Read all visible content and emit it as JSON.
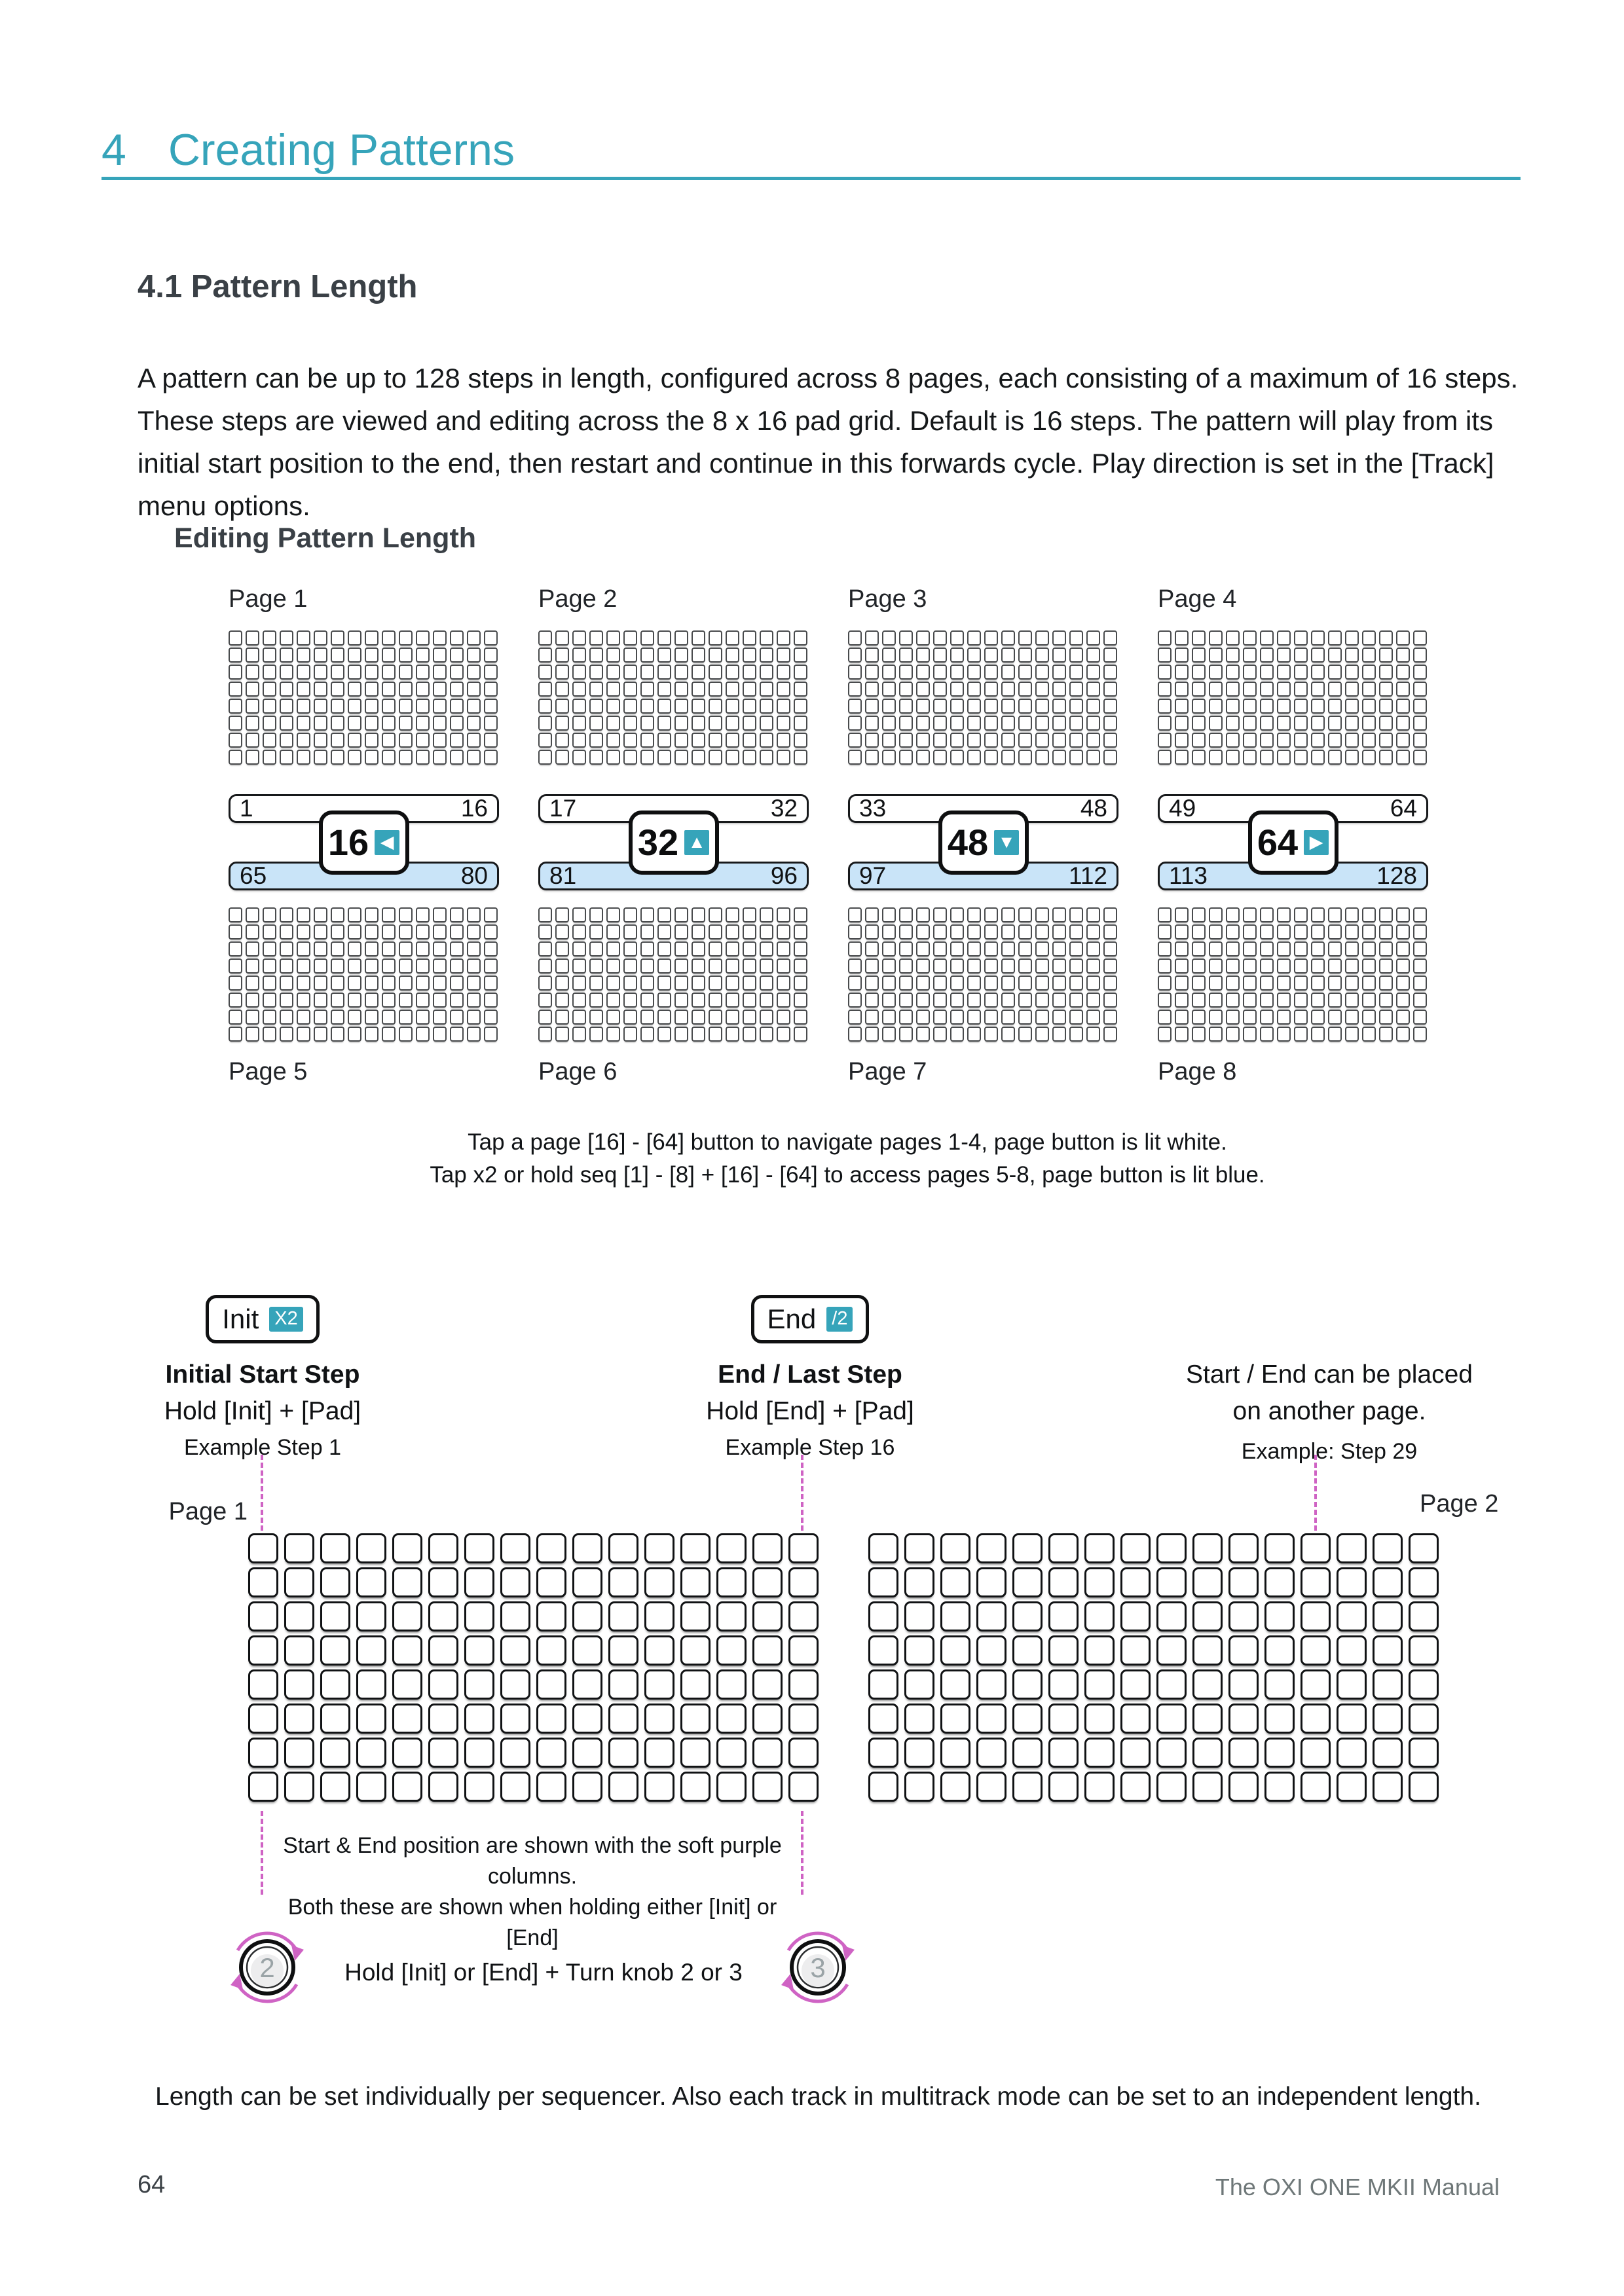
{
  "page": {
    "chapter_number": "4",
    "chapter_title": "Creating Patterns",
    "section_title": "4.1 Pattern Length",
    "intro": "A pattern can be up to 128 steps in length, configured across 8 pages, each consisting of a maximum of 16 steps. These steps are viewed and editing across the 8 x 16 pad grid. Default is 16 steps. The pattern will play from its initial start position to the end, then restart and continue in this forwards cycle. Play direction is set in the [Track] menu options.",
    "footer_page_number": "64",
    "footer_manual_title": "The OXI ONE MKII Manual"
  },
  "figure1": {
    "heading": "Editing Pattern Length",
    "caption_line1": "Tap a page [16] - [64] button to navigate pages 1-4, page button is lit white.",
    "caption_line2": "Tap x2 or hold seq [1] - [8] + [16] - [64] to access pages 5-8, page button is lit blue.",
    "columns": [
      {
        "top_label": "Page 1",
        "bottom_label": "Page 5",
        "range_top": [
          "1",
          "16"
        ],
        "button_num": "16",
        "button_arrow": "◀",
        "range_bottom": [
          "65",
          "80"
        ],
        "top_grid": [
          "p............d.p",
          "pd.d...d...d...p",
          "p...dd.........p",
          "p...........d..p",
          "p.d.....d......p",
          "p.........d....p",
          "p........d....dp",
          "p..............p"
        ],
        "bottom_grid": [
          ".............t..",
          "tt.t...t...t....",
          "....tt..........",
          "............t...",
          "..t.....t.......",
          "..........t....t",
          ".........t....t.",
          "................"
        ]
      },
      {
        "top_label": "Page 2",
        "bottom_label": "Page 6",
        "range_top": [
          "17",
          "32"
        ],
        "button_num": "32",
        "button_arrow": "▲",
        "range_bottom": [
          "81",
          "96"
        ],
        "top_grid": [
          "................",
          ".........t....t.",
          "..........t....t",
          "..t.....t.......",
          "............t...",
          "....tt..........",
          "tt.t...t...t....",
          ".............t.."
        ],
        "bottom_grid": [
          "................",
          ".........t....t.",
          "..........t....t",
          "..t.....t.......",
          "............t...",
          "....tt..........",
          "tt.t...t...t....",
          ".............t.."
        ]
      },
      {
        "top_label": "Page 3",
        "bottom_label": "Page 7",
        "range_top": [
          "33",
          "48"
        ],
        "button_num": "48",
        "button_arrow": "▼",
        "range_bottom": [
          "97",
          "112"
        ],
        "top_grid": [
          ".............t..",
          "tt.t...t...t....",
          "....tt..........",
          "............t...",
          "..t.....t.......",
          "..........t....t",
          ".........t....t.",
          "................"
        ],
        "bottom_grid": [
          ".............t..",
          "tt.t...t...t....",
          "....tt..........",
          "............t...",
          "..t.....t.......",
          "..........t....t",
          ".........t....t.",
          "................"
        ]
      },
      {
        "top_label": "Page 4",
        "bottom_label": "Page 8",
        "range_top": [
          "49",
          "64"
        ],
        "button_num": "64",
        "button_arrow": "▶",
        "range_bottom": [
          "113",
          "128"
        ],
        "top_grid": [
          "..t.............",
          "....t...t...t.tt",
          "..........tt....",
          "...t............",
          ".......t.....t..",
          "t....t..........",
          ".t....t.........",
          "................"
        ],
        "bottom_grid": [
          "..t.............",
          "....t...t...t.tt",
          "..........tt....",
          "...t............",
          ".......t.....t..",
          "t....t..........",
          ".t....t.........",
          "................"
        ]
      }
    ]
  },
  "figure2": {
    "init_button": {
      "label": "Init",
      "badge": "X2"
    },
    "end_button": {
      "label": "End",
      "badge": "/2"
    },
    "init_title": "Initial Start Step",
    "init_sub": "Hold [Init] + [Pad]",
    "init_example": "Example Step 1",
    "end_title": "End / Last Step",
    "end_sub": "Hold [End] + [Pad]",
    "end_example": "Example Step 16",
    "side_line1": "Start / End can be placed",
    "side_line2": "on another page.",
    "side_example": "Example: Step 29",
    "page_left_label": "Page 1",
    "page_right_label": "Page 2",
    "grid_left": [
      "p............d.p",
      "pd.d...d...d...p",
      "p...dd.........p",
      "p...........d..p",
      "p.d.....d......p",
      "p.........d....p",
      "p........d....dp",
      "p..............p"
    ],
    "grid_right": [
      "............pl..",
      ".d.d...d...dp...",
      "....dd......p..l",
      "d...........p...",
      "..d.....d...p..l",
      "d.........d.p...",
      ".........d..p.l.",
      "............p..."
    ],
    "caption_line1": "Start & End position are shown with the soft purple columns.",
    "caption_line2": "Both these are shown when holding either [Init] or [End]",
    "knob_left": "2",
    "knob_right": "3",
    "knob_text": "Hold [Init] or [End] + Turn knob 2 or 3"
  },
  "note": "Length can be set individually per sequencer. Also each track in multitrack mode can be set to an independent length.",
  "colors": {
    "accent": "#36a4ba",
    "pad_cyan": "#3cc0dc",
    "pad_teal": "#1d90a9",
    "pad_purple": "#a314cc",
    "pad_light": "#dceff5",
    "pill_blue": "#c9e4f8",
    "dash_pink": "#cf63c4",
    "knob_number": "#9aa3a6"
  }
}
